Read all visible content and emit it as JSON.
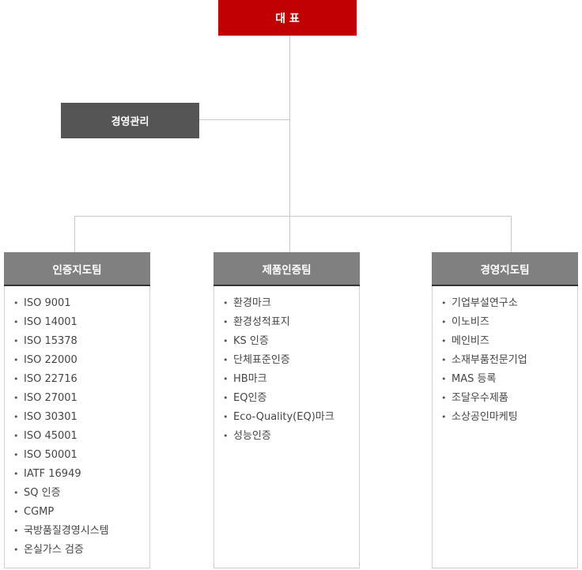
{
  "colors": {
    "ceo": "#c00000",
    "management": "#555555",
    "department": "#808080",
    "connector": "#c8c8c8"
  },
  "ceo": {
    "label": "대 표"
  },
  "management": {
    "label": "경영관리"
  },
  "departments": [
    {
      "label": "인증지도팀",
      "items": [
        "ISO 9001",
        "ISO 14001",
        "ISO 15378",
        "ISO 22000",
        "ISO 22716",
        "ISO 27001",
        "ISO 30301",
        "ISO 45001",
        "ISO 50001",
        "IATF 16949",
        "SQ 인증",
        "CGMP",
        "국방품질경영시스템",
        "온실가스 검증"
      ]
    },
    {
      "label": "제품인증팀",
      "items": [
        "환경마크",
        "환경성적표지",
        "KS 인증",
        "단체표준인증",
        "HB마크",
        "EQ인증",
        "Eco-Quality(EQ)마크",
        "성능인증"
      ]
    },
    {
      "label": "경영지도팀",
      "items": [
        "기업부설연구소",
        "이노비즈",
        "메인비즈",
        "소재부품전문기업",
        "MAS 등록",
        "조달우수제품",
        "소상공인마케팅"
      ]
    }
  ]
}
